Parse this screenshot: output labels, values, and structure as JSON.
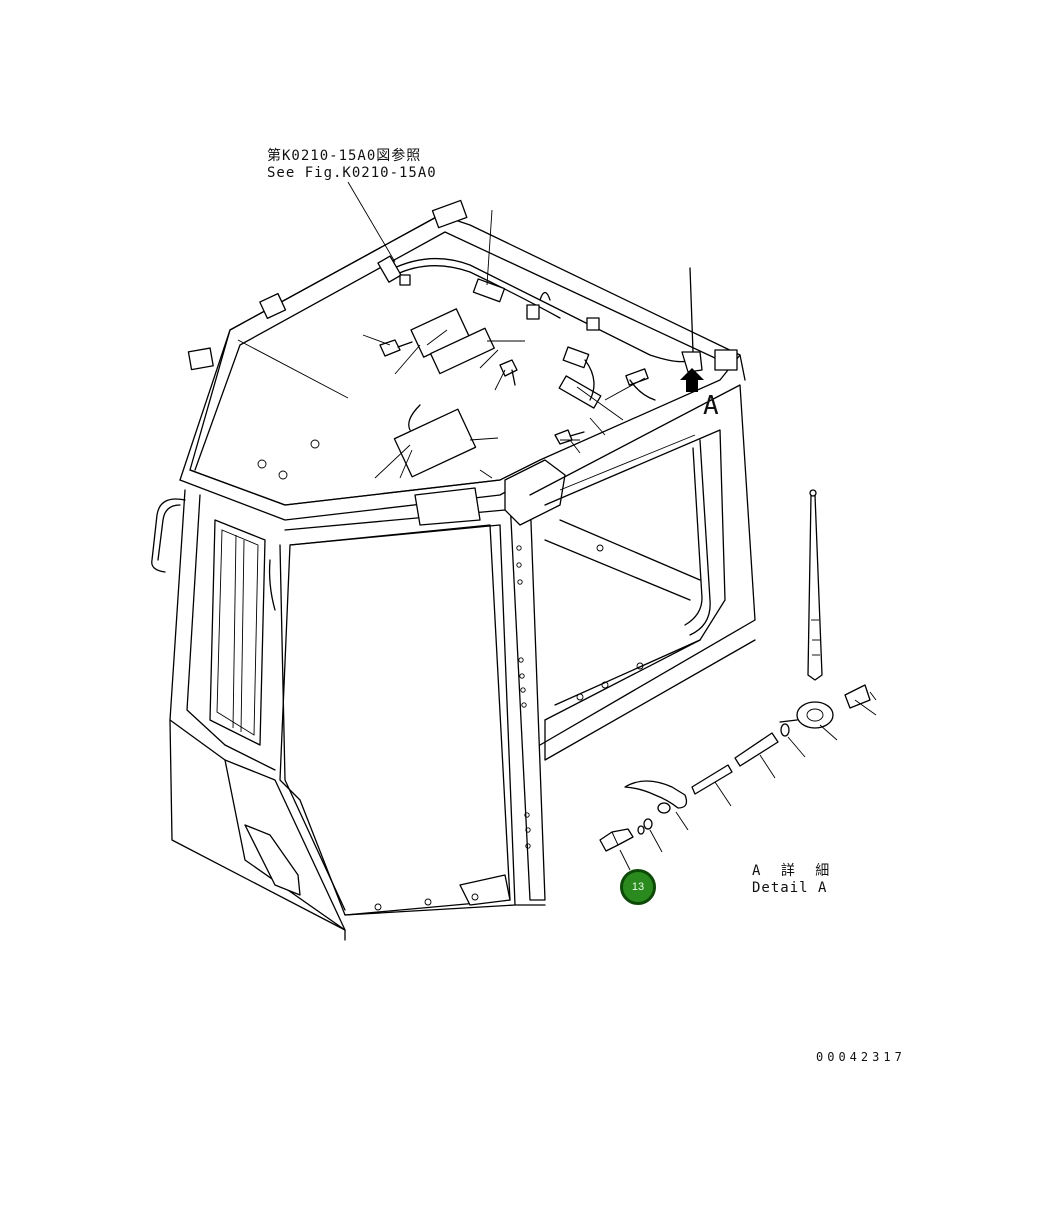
{
  "reference": {
    "japanese": "第K0210-15A0図参照",
    "english": "See Fig.K0210-15A0"
  },
  "detail": {
    "letter": "A",
    "japanese": "A 詳 細",
    "english": "Detail A"
  },
  "callout": {
    "number": "13",
    "color": "#2a8a1e"
  },
  "drawing_number": "00042317"
}
